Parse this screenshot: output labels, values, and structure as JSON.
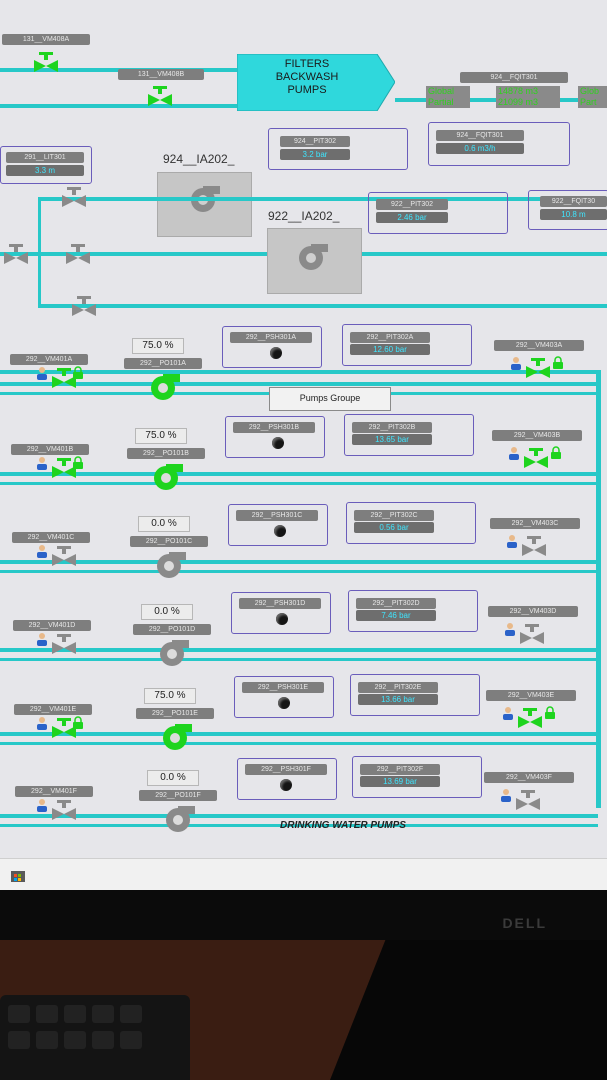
{
  "top": {
    "filters_line1": "FILTERS",
    "filters_line2": "BACKWASH",
    "filters_line3": "PUMPS",
    "tag_vm408a": "131__VM408A",
    "tag_vm408b": "131__VM408B",
    "tag_fqit301_a": "924__FQIT301",
    "fqit_label_a": "Global",
    "fqit_label_b": "Partial",
    "fqit_val_a": "14878 m3",
    "fqit_val_b": "21099 m3",
    "fqit_label_c": "Glob",
    "fqit_label_d": "Part",
    "tag_lit301": "291__LIT301",
    "val_lit301": "3.3 m",
    "pump_924": "924__IA202_",
    "tag_pit302_924": "924__PIT302",
    "val_pit302_924": "3.2 bar",
    "tag_fqit301_b": "924__FQIT301",
    "val_fqit301_b": "0.6 m3/h",
    "pump_922": "922__IA202_",
    "tag_pit302_922": "922__PIT302",
    "val_pit302_922": "2.46 bar",
    "tag_fqit30_922": "922__FQIT30",
    "val_fqit30_922": "10.8 m"
  },
  "rows": [
    {
      "vm_left": "292__VM401A",
      "pump": "292__PO101A",
      "pct": "75.0 %",
      "psh": "292__PSH301A",
      "pit": "292__PIT302A",
      "pit_val": "12.60 bar",
      "vm_right": "292__VM403A"
    },
    {
      "vm_left": "292__VM401B",
      "pump": "292__PO101B",
      "pct": "75.0 %",
      "psh": "292__PSH301B",
      "pit": "292__PIT302B",
      "pit_val": "13.65 bar",
      "vm_right": "292__VM403B"
    },
    {
      "vm_left": "292__VM401C",
      "pump": "292__PO101C",
      "pct": "0.0 %",
      "psh": "292__PSH301C",
      "pit": "292__PIT302C",
      "pit_val": "0.56 bar",
      "vm_right": "292__VM403C"
    },
    {
      "vm_left": "292__VM401D",
      "pump": "292__PO101D",
      "pct": "0.0 %",
      "psh": "292__PSH301D",
      "pit": "292__PIT302D",
      "pit_val": "7.46 bar",
      "vm_right": "292__VM403D"
    },
    {
      "vm_left": "292__VM401E",
      "pump": "292__PO101E",
      "pct": "75.0 %",
      "psh": "292__PSH301E",
      "pit": "292__PIT302E",
      "pit_val": "13.66 bar",
      "vm_right": "292__VM403E"
    },
    {
      "vm_left": "292__VM401F",
      "pump": "292__PO101F",
      "pct": "0.0 %",
      "psh": "292__PSH301F",
      "pit": "292__PIT302F",
      "pit_val": "13.69 bar",
      "vm_right": "292__VM403F"
    }
  ],
  "pumps_group_button": "Pumps Groupe",
  "section_title": "DRINKING WATER PUMPS",
  "monitor_brand": "DELL",
  "colors": {
    "pipe": "#27c8c8",
    "running": "#1ed41e",
    "stopped": "#8a8a8a",
    "frame": "#6a5dbb"
  }
}
